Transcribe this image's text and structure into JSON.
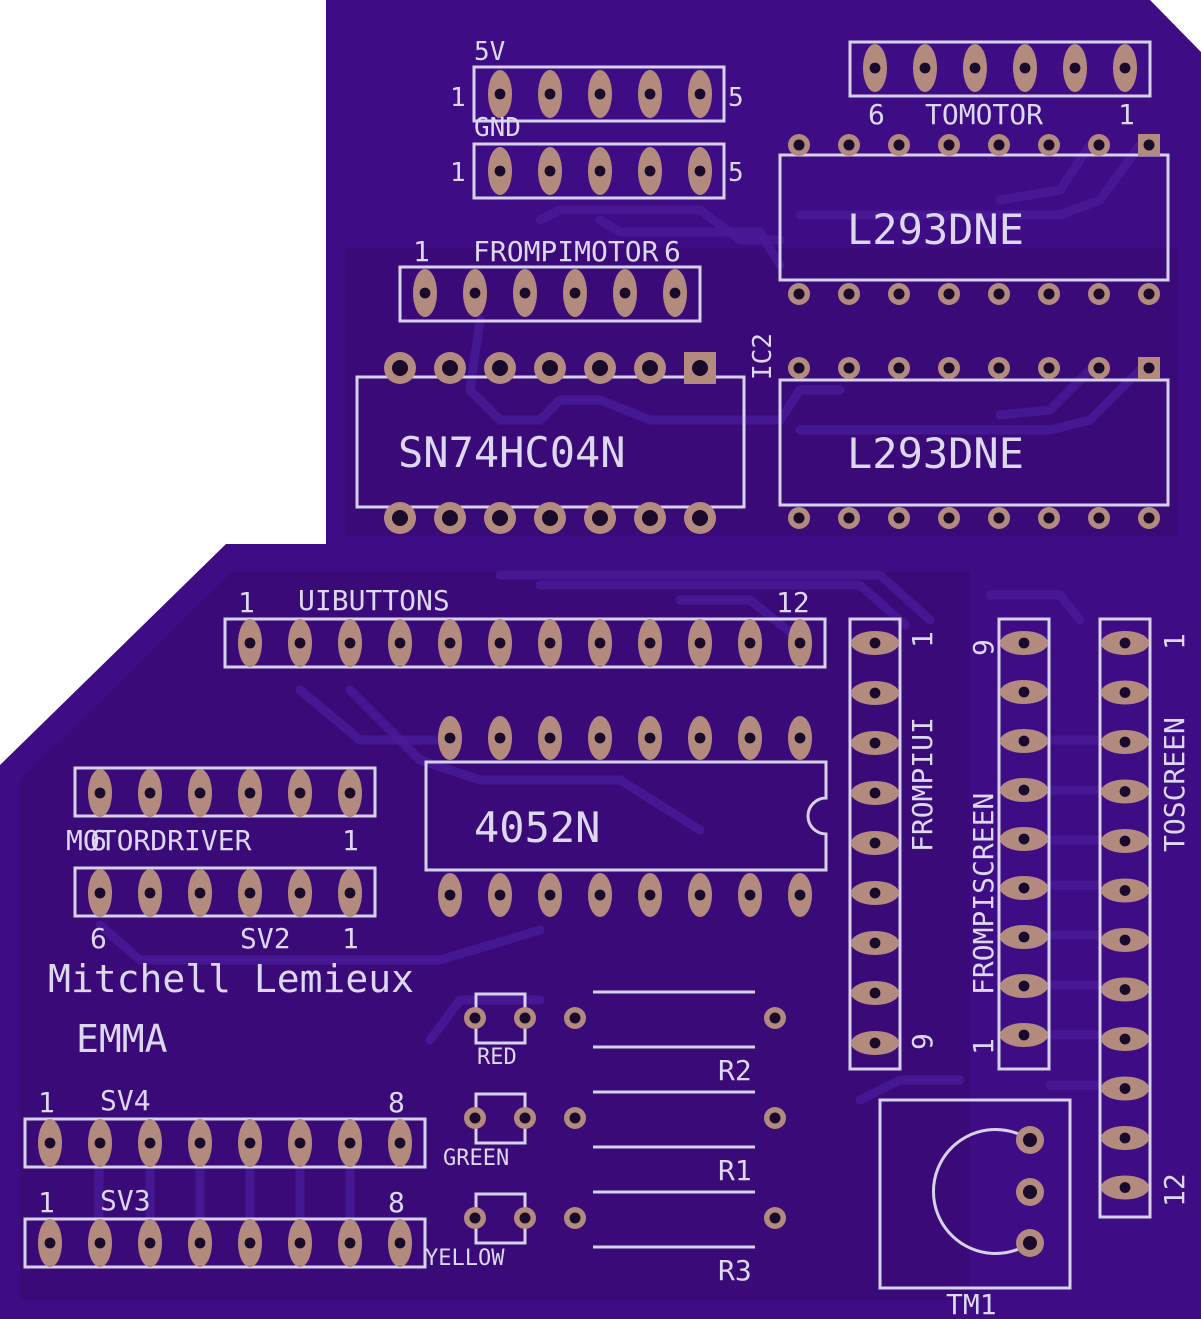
{
  "colors": {
    "board": "#3e0c84",
    "board_dark": "#33096f",
    "trace": "#4a1a99",
    "pad": "#b38b7e",
    "hole": "#1a0a2c",
    "silk": "#d6d2ec"
  },
  "labels": {
    "h5v_name": "5V",
    "h5v_left": "1",
    "h5v_right": "5",
    "gnd_name": "GND",
    "gnd_left": "1",
    "gnd_right": "5",
    "tomotor_name": "TOMOTOR",
    "tomotor_left": "6",
    "tomotor_right": "1",
    "ic_l293_top": "L293DNE",
    "ic_l293_bottom": "L293DNE",
    "ic2": "IC2",
    "frompimotor_name": "FROMPIMOTOR",
    "frompimotor_left": "1",
    "frompimotor_right": "6",
    "sn74": "SN74HC04N",
    "uibuttons_name": "UIBUTTONS",
    "uibuttons_left": "1",
    "uibuttons_right": "12",
    "frompiui_name": "FROMPIUI",
    "frompiui_top": "1",
    "frompiui_bottom": "9",
    "frompiscreen_name": "FROMPISCREEN",
    "frompiscreen_top": "9",
    "frompiscreen_bottom": "1",
    "toscreen_name": "TOSCREEN",
    "toscreen_top": "1",
    "toscreen_bottom": "12",
    "ic4052": "4052N",
    "motordriver_name": "MOTORDRIVER",
    "motordriver_left": "6",
    "motordriver_right": "1",
    "sv2_name": "SV2",
    "sv2_left": "6",
    "sv2_right": "1",
    "author": "Mitchell Lemieux",
    "project": "EMMA",
    "sv4_name": "SV4",
    "sv4_left": "1",
    "sv4_right": "8",
    "sv3_name": "SV3",
    "sv3_left": "1",
    "sv3_right": "8",
    "led_red": "RED",
    "led_green": "GREEN",
    "led_yellow": "YELLOW",
    "r2": "R2",
    "r1": "R1",
    "r3": "R3",
    "tm1": "TM1"
  }
}
